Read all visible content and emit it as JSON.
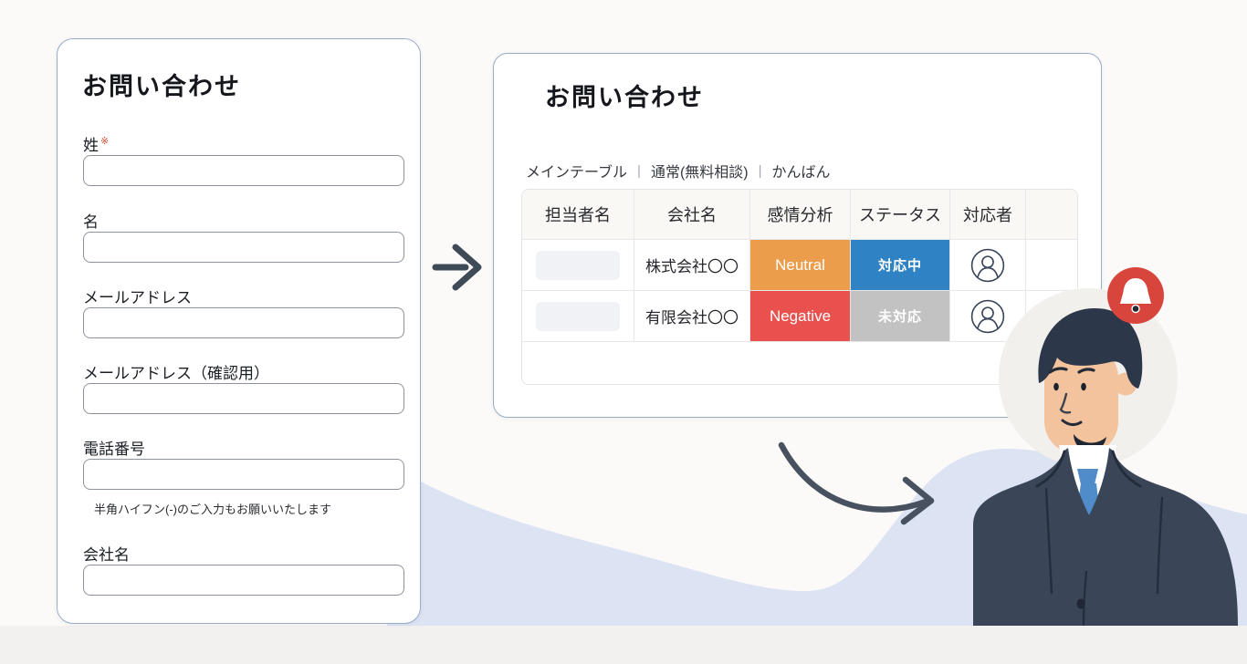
{
  "form_card": {
    "title": "お問い合わせ",
    "fields": {
      "last_name": {
        "label": "姓",
        "required_mark": "※",
        "value": ""
      },
      "first_name": {
        "label": "名",
        "value": ""
      },
      "email": {
        "label": "メールアドレス",
        "value": ""
      },
      "email_confirm": {
        "label": "メールアドレス（確認用）",
        "value": ""
      },
      "phone": {
        "label": "電話番号",
        "value": "",
        "helper": "半角ハイフン(-)のご入力もお願いいたします"
      },
      "company": {
        "label": "会社名",
        "value": ""
      }
    }
  },
  "crm_card": {
    "title": "お問い合わせ",
    "tabs": {
      "main": "メインテーブル",
      "normal": "通常(無料相談)",
      "kanban": "かんばん",
      "separator": "|"
    },
    "table": {
      "headers": {
        "assignee": "担当者名",
        "company": "会社名",
        "sentiment": "感情分析",
        "status": "ステータス",
        "responder": "対応者",
        "extra": ""
      },
      "rows": [
        {
          "assignee": "",
          "company": "株式会社〇〇",
          "sentiment": "Neutral",
          "sentiment_color": "#EC9D4C",
          "status": "対応中",
          "status_color": "#2F83C4"
        },
        {
          "assignee": "",
          "company": "有限会社〇〇",
          "sentiment": "Negative",
          "sentiment_color": "#E8514E",
          "status": "未対応",
          "status_color": "#C2C2C3"
        }
      ]
    }
  },
  "icons": {
    "flow_arrow": "arrow-right-icon",
    "curved_arrow": "curved-arrow-icon",
    "responder": "user-avatar-icon",
    "alert": "notification-bell-icon"
  },
  "colors": {
    "sentiment_neutral": "#EC9D4C",
    "sentiment_negative": "#E8514E",
    "status_active": "#2F83C4",
    "status_pending": "#C2C2C3",
    "alert_red": "#D8453C",
    "wave_blue": "#DCE3F3"
  }
}
